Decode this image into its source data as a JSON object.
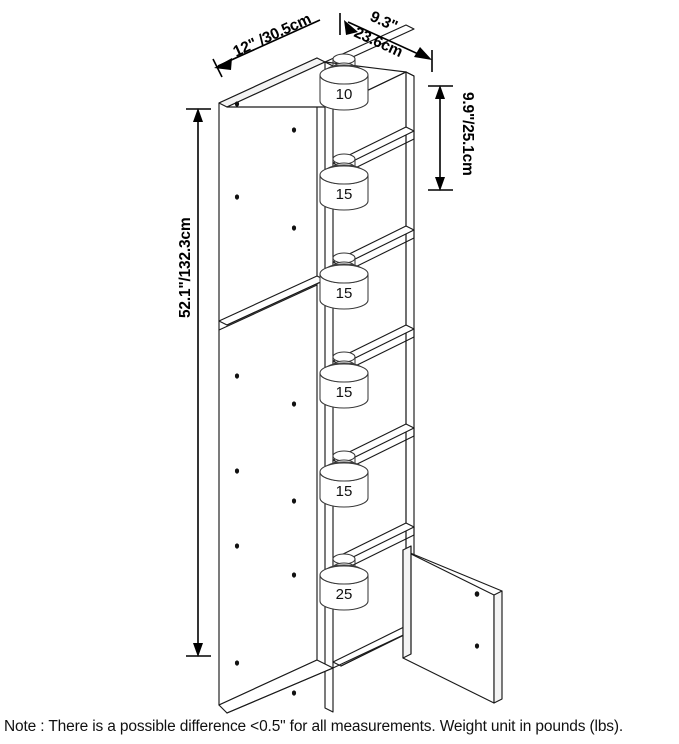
{
  "diagram": {
    "title": "6-cube storage cabinet isometric assembly diagram",
    "product_type": "tall 6-cube bookcase with one open door",
    "line_color": "#1a1a1a",
    "background_color": "#ffffff",
    "projection": "isometric"
  },
  "dimensions": {
    "width": {
      "label": "12\" /30.5cm",
      "name": "width-dimension",
      "orientation": "top-left-isometric-edge"
    },
    "depth": {
      "label": "9.3\"",
      "secondary_label": "23.6cm",
      "combined_label": "9.3\" 23.6cm",
      "name": "depth-dimension",
      "orientation": "top-right-isometric-edge"
    },
    "cube_height": {
      "label": "9.9\"/25.1cm",
      "name": "cube-height-dimension",
      "orientation": "vertical-rotated"
    },
    "total_height": {
      "label": "52.1\"/132.3cm",
      "name": "total-height-dimension",
      "orientation": "vertical-rotated"
    }
  },
  "weights": [
    {
      "value": "10",
      "cube": 1,
      "name": "weight-cube-1"
    },
    {
      "value": "15",
      "cube": 2,
      "name": "weight-cube-2"
    },
    {
      "value": "15",
      "cube": 3,
      "name": "weight-cube-3"
    },
    {
      "value": "15",
      "cube": 4,
      "name": "weight-cube-4"
    },
    {
      "value": "15",
      "cube": 5,
      "name": "weight-cube-5"
    },
    {
      "value": "25",
      "cube": 6,
      "name": "weight-cube-6"
    }
  ],
  "note": {
    "text": "Note : There is a possible difference <0.5\" for all measurements. Weight unit in pounds (lbs)."
  },
  "labels": {
    "depth_top": "9.3\"",
    "depth_cm": "23.6cm",
    "width_full": "12\" /30.5cm",
    "cube_height_full": "9.9\"/25.1cm",
    "total_height_full": "52.1\"/132.3cm"
  }
}
